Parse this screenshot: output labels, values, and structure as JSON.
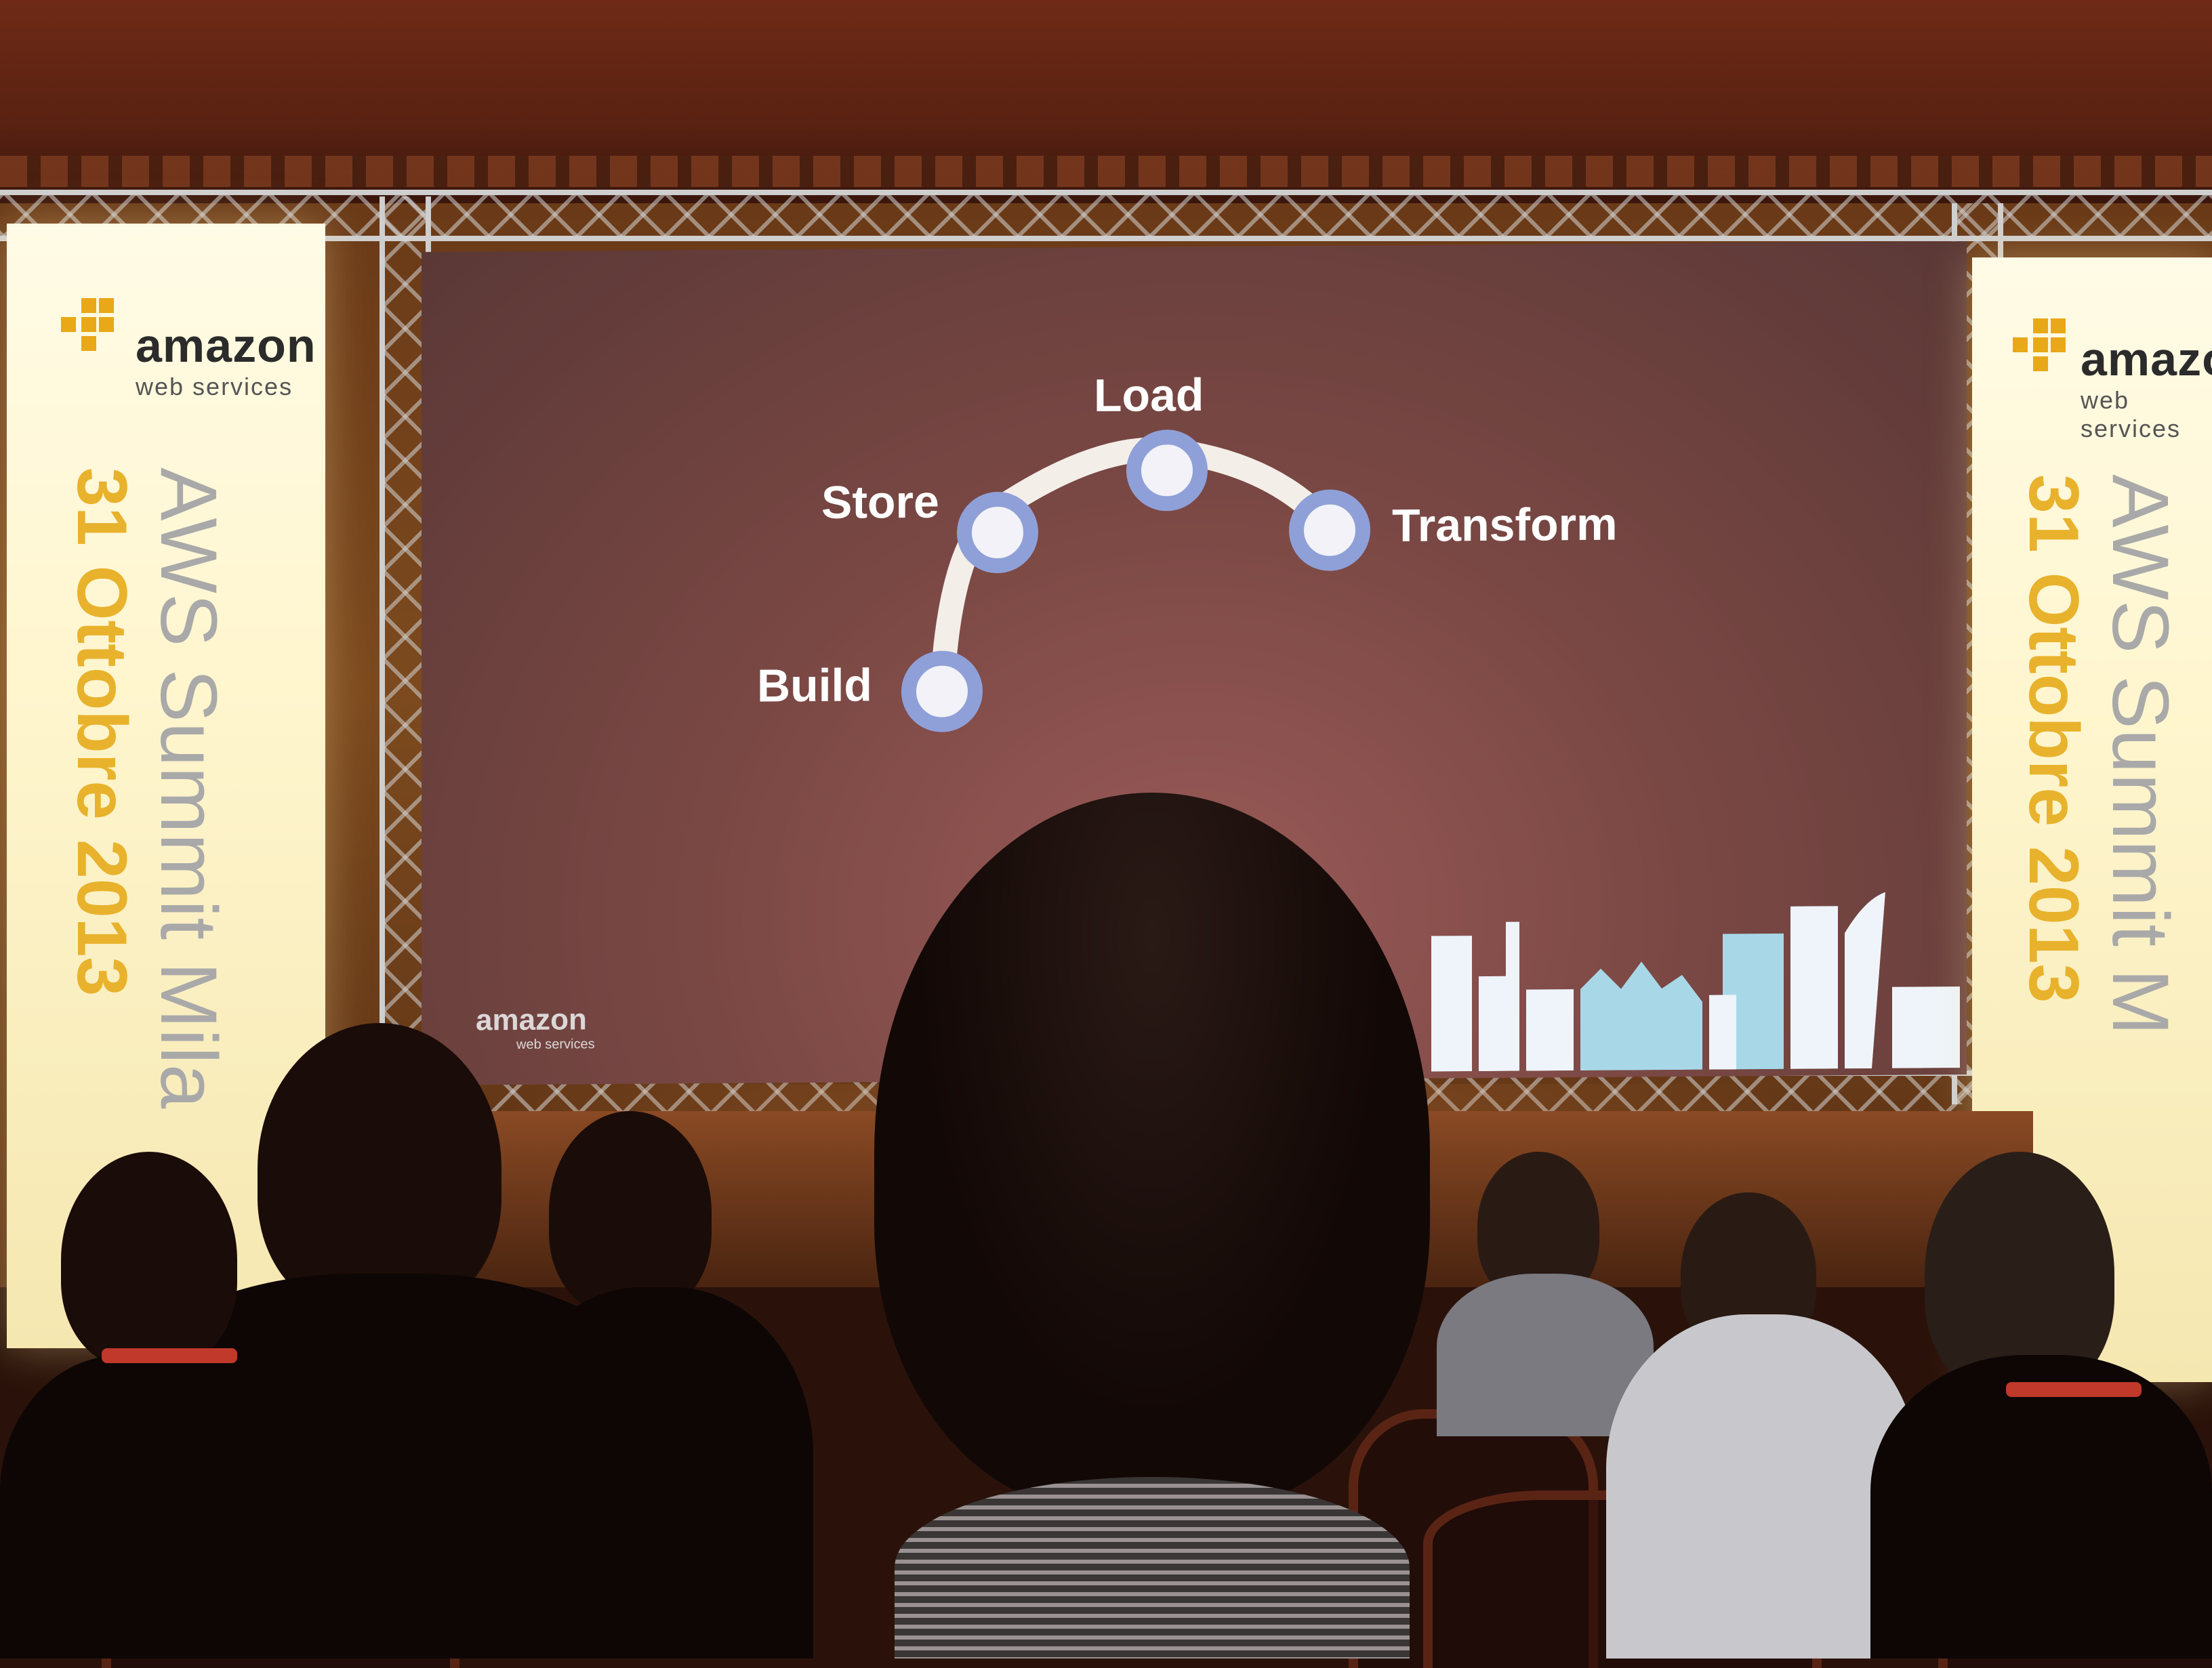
{
  "slide": {
    "labels": {
      "build": "Build",
      "store": "Store",
      "load": "Load",
      "transform": "Transform"
    },
    "logo_text": "amazon",
    "logo_sub": "web services"
  },
  "banners": {
    "logo": "amazon",
    "logo_sub": "web services",
    "event_left": "AWS Summit Mila",
    "event_right": "AWS Summit M",
    "date": "31 Ottobre 2013"
  },
  "colors": {
    "node_ring": "#8fa0d8",
    "node_fill": "#f2f2f8",
    "arc": "#f4eee8",
    "banner_date": "#e8b22c"
  }
}
